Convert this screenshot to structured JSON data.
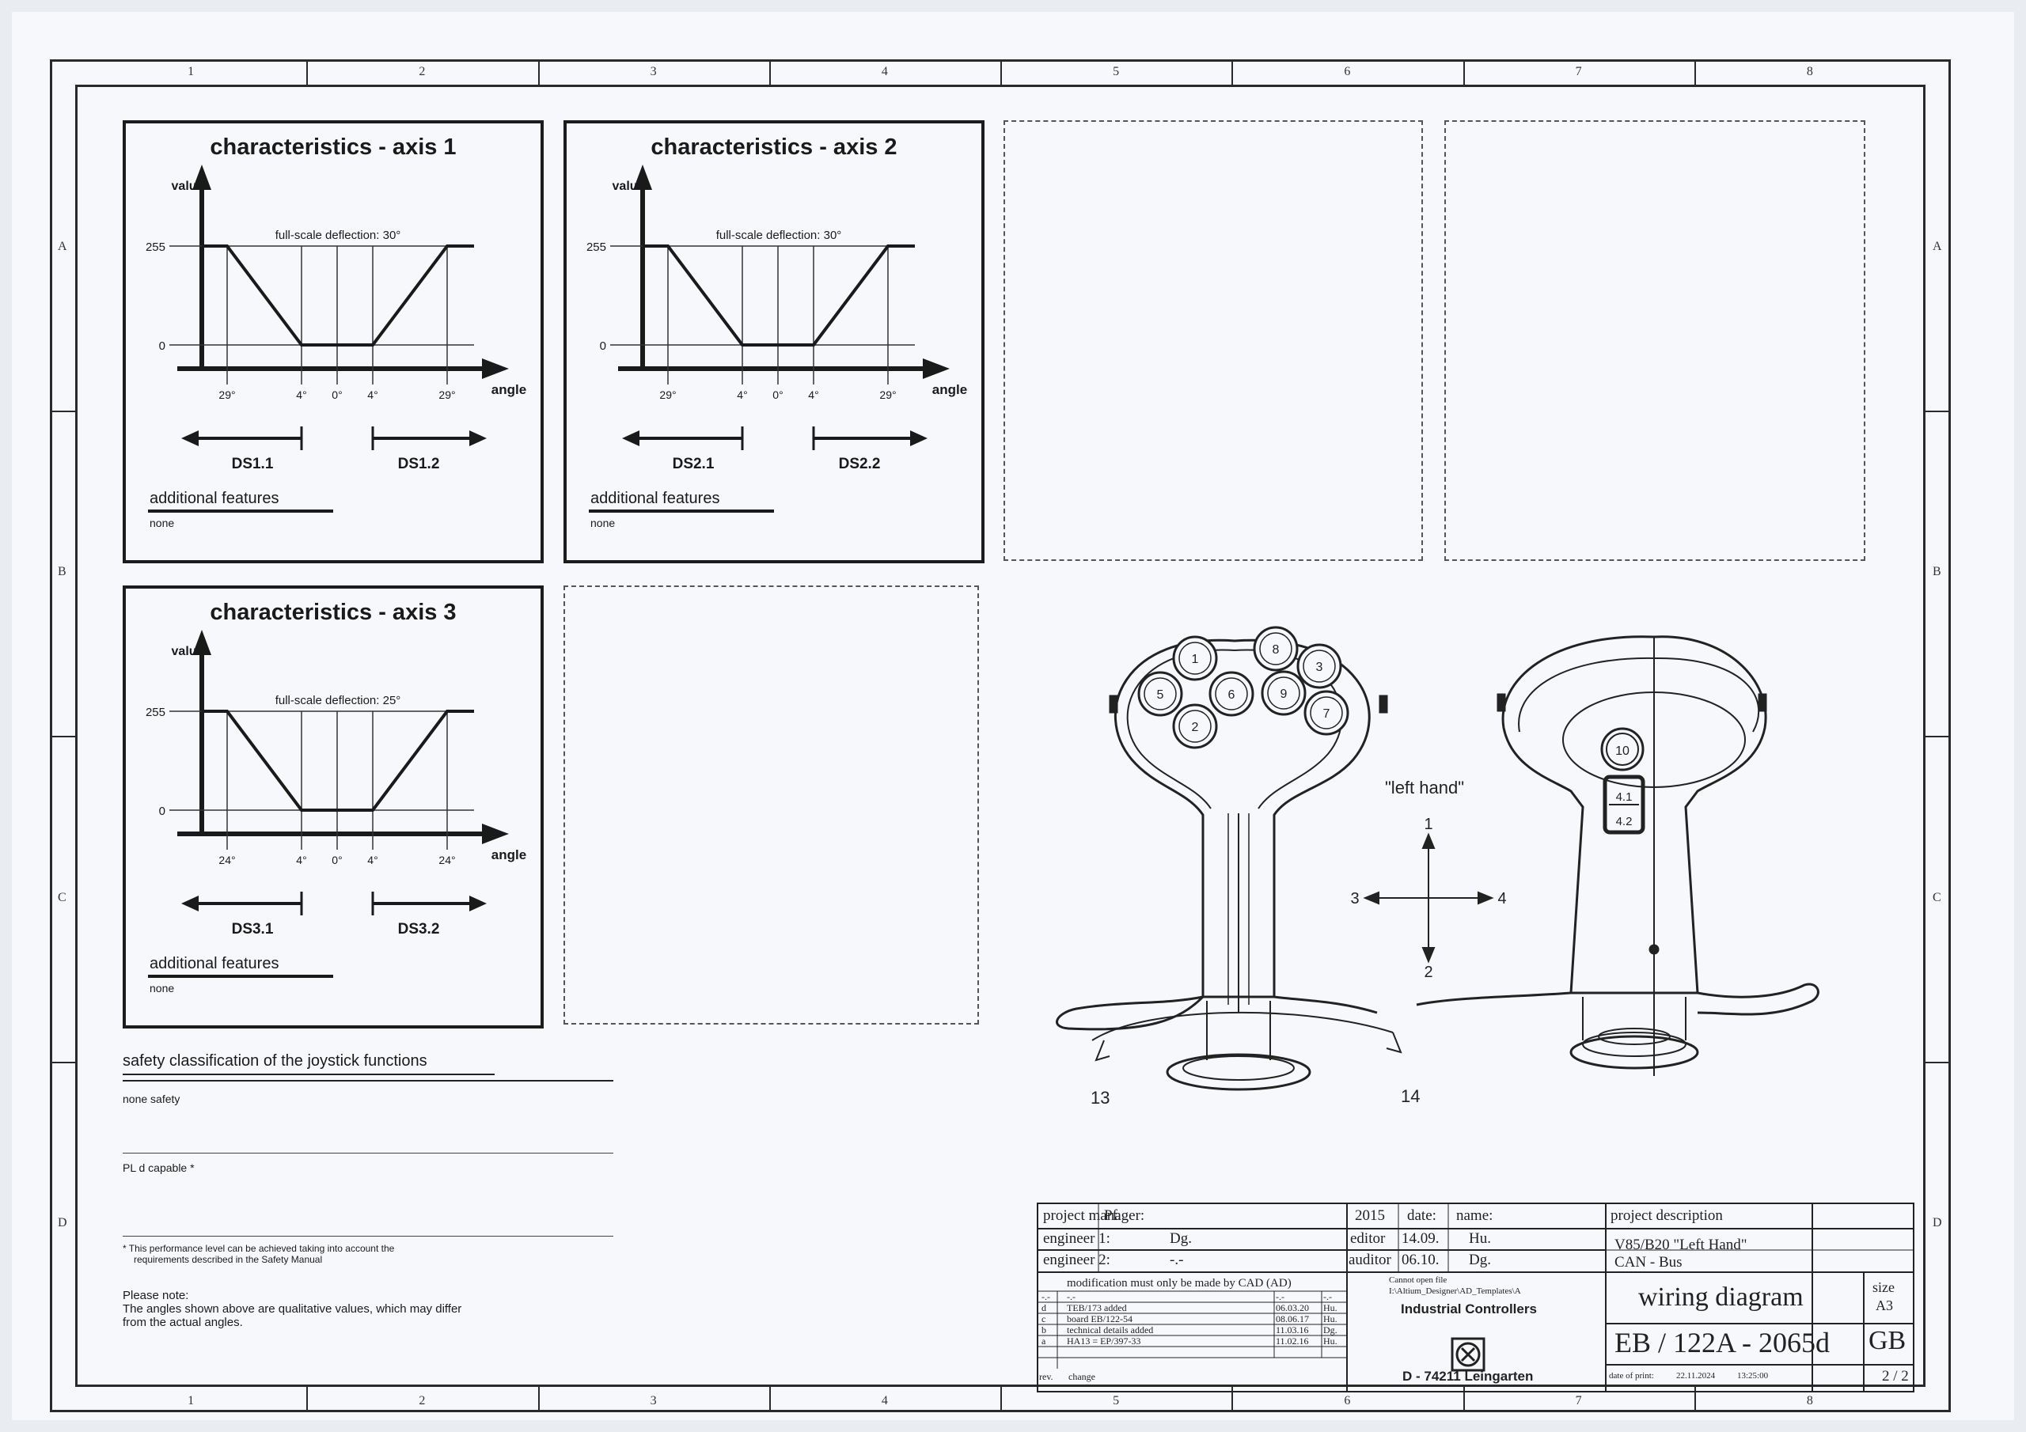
{
  "frame": {
    "columns": [
      "1",
      "2",
      "3",
      "4",
      "5",
      "6",
      "7",
      "8"
    ],
    "rows": [
      "A",
      "B",
      "C",
      "D"
    ]
  },
  "axes": [
    {
      "title": "characteristics - axis 1",
      "value_label": "value",
      "angle_label": "angle",
      "y_top": "255",
      "y_zero": "0",
      "deflection": "full-scale deflection: 30°",
      "ticks": [
        "29°",
        "4°",
        "0°",
        "4°",
        "29°"
      ],
      "ds_left": "DS1.1",
      "ds_right": "DS1.2",
      "features_heading": "additional features",
      "features_value": "none"
    },
    {
      "title": "characteristics - axis 2",
      "value_label": "value",
      "angle_label": "angle",
      "y_top": "255",
      "y_zero": "0",
      "deflection": "full-scale deflection: 30°",
      "ticks": [
        "29°",
        "4°",
        "0°",
        "4°",
        "29°"
      ],
      "ds_left": "DS2.1",
      "ds_right": "DS2.2",
      "features_heading": "additional features",
      "features_value": "none"
    },
    {
      "title": "characteristics - axis 3",
      "value_label": "value",
      "angle_label": "angle",
      "y_top": "255",
      "y_zero": "0",
      "deflection": "full-scale deflection: 25°",
      "ticks": [
        "24°",
        "4°",
        "0°",
        "4°",
        "24°"
      ],
      "ds_left": "DS3.1",
      "ds_right": "DS3.2",
      "features_heading": "additional features",
      "features_value": "none"
    }
  ],
  "safety": {
    "heading": "safety classification of the joystick functions",
    "value": "none safety",
    "pl_label": "PL d capable *",
    "footnote_line1": "* This performance level can be achieved taking into account the",
    "footnote_line2": "requirements described in the Safety Manual",
    "note_heading": "Please note:",
    "note_line1": "The angles shown above are qualitative values, which may differ",
    "note_line2": "from the actual angles."
  },
  "joystick": {
    "hand_label": "\"left hand\"",
    "buttons_front": [
      "1",
      "2",
      "3",
      "5",
      "6",
      "7",
      "8",
      "9"
    ],
    "button_back": "10",
    "switch_labels": [
      "4.1",
      "4.2"
    ],
    "dir_up": "1",
    "dir_down": "2",
    "dir_left": "3",
    "dir_right": "4",
    "rot_left": "13",
    "rot_right": "14"
  },
  "titleblock": {
    "pm_label": "project manager:",
    "pm_value": "Pf.",
    "eng1_label": "engineer 1:",
    "eng1_value": "Dg.",
    "eng2_label": "engineer 2:",
    "eng2_value": "-.-",
    "year": "2015",
    "date_label": "date:",
    "name_label": "name:",
    "editor_label": "editor",
    "editor_date": "14.09.",
    "editor_name": "Hu.",
    "auditor_label": "auditor",
    "auditor_date": "06.10.",
    "auditor_name": "Dg.",
    "mod_note": "modification must only be made by CAD (AD)",
    "revisions": [
      {
        "rev": "-.-",
        "change": "-.-",
        "date": "-.-",
        "name": "-.-"
      },
      {
        "rev": "d",
        "change": "TEB/173 added",
        "date": "06.03.20",
        "name": "Hu."
      },
      {
        "rev": "c",
        "change": "board EB/122-54",
        "date": "08.06.17",
        "name": "Hu."
      },
      {
        "rev": "b",
        "change": "technical details added",
        "date": "11.03.16",
        "name": "Dg."
      },
      {
        "rev": "a",
        "change": "HA13 = EP/397-33",
        "date": "11.02.16",
        "name": "Hu."
      }
    ],
    "rev_header": "rev.",
    "change_header": "change",
    "file_note1": "Cannot open file",
    "file_note2": "I:\\Altium_Designer\\AD_Templates\\A",
    "company": "Industrial Controllers",
    "address": "D - 74211 Leingarten",
    "desc_label": "project description",
    "desc_line1": "V85/B20 \"Left Hand\"",
    "desc_line2": "CAN - Bus",
    "doc_title": "wiring diagram",
    "size_label": "size",
    "size_value": "A3",
    "doc_number": "EB / 122A - 2065d",
    "lang": "GB",
    "print_label": "date of print:",
    "print_date": "22.11.2024",
    "print_time": "13:25:00",
    "sheet": "2 / 2"
  }
}
